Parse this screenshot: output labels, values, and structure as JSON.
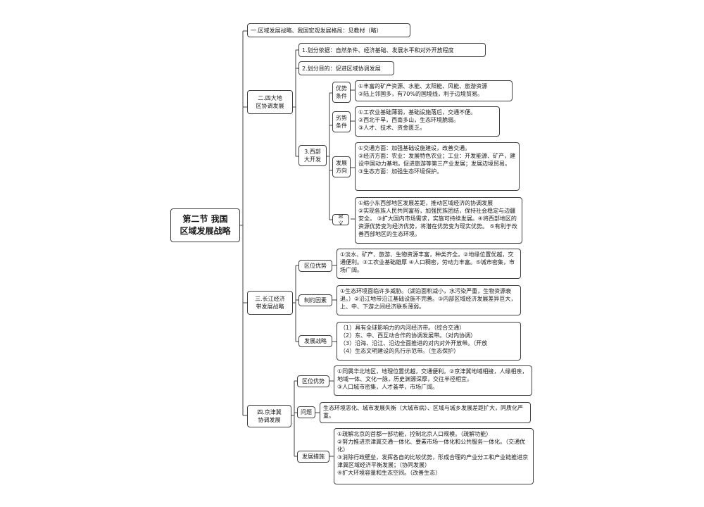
{
  "root": "第二节 我国\n区域发展战略",
  "s1": "一.区域发展战略、我国宏观发展格局：见教材（略）",
  "s2": {
    "title": "二.四大地\n区协调发展",
    "b1": "1.划分依据：自然条件、经济基础、发展水平和对外开放程度",
    "b2": "2.划分目的：促进区域协调发展",
    "b3": "3.西部\n大开发",
    "adv_label": "优势\n条件",
    "adv": "①丰富的矿产资源、水能、太阳能、风能、旅游资源\n②陆上邻国多，有70%的国境线，利于边境贸易。",
    "dis_label": "劣势\n条件",
    "dis": "①工农业基础薄弱，基础设施落后，交通不便。\n②西北干旱，西南多山，生态环境脆弱。\n③人才、技术、资金匮乏。",
    "dir_label": "发展\n方向",
    "dir": "①交通方面：加强基础设施建设，改善交通。\n②经济方面：农业：发展特色农业；工业：开发能源、矿产，建设中国动力基地。促进旅游等第三产业发展；发展边境贸易。\n③生态方面：加强生态环境保护。",
    "sig_label": "意义",
    "sig": "①缩小东西部地区发展差距，推动区域经济的协调发展\n②实现各族人民共同富裕，加强民族团结，保持社会稳定与边疆安全。 ③扩大国内市场需求，实施可持续发展。④将西部地区的资源优势变为经济优势，将潜在优势变为现实优势。 ⑤有利于改善西部地区的生态环境。"
  },
  "s3": {
    "title": "三.长江经济\n带发展战略",
    "loc_label": "区位优势",
    "loc": "①淡水、矿产、旅游、生物资源丰富，种类齐全。②地缘位置优越，交通便利。③工农业基础雄厚 ④人口稠密，劳动力丰富。⑤城市密集，市场广阔。",
    "con_label": "制约因素",
    "con": "①生态环境面临许多威胁。（湖泊面积减小，水污染严重，生物资源衰退。）②沿江地带沿江基础设施不完善。③内部区域经济发展差异巨大，上、中、下游之间经济联系薄弱。",
    "str_label": "发展战略",
    "str": "（1）具有全球影响力的内河经济带。（综合交通）\n（2）东、中、西互动合作的协调发展带。（对内协调）\n（3）沿海、沿江、沿边全面推进的对内对外开放带。（开放\n（4）生态文明建设的先行示范带。（生态保护）"
  },
  "s4": {
    "title": "四.京津冀\n协调发展",
    "loc_label": "区位优势",
    "loc": "①同属华北地区，地理位置优越，交通便利。②京津冀地域相接，人缘相亲，地域一体、文化一脉，历史渊源深厚，交往半径相宜。\n③人口城市密集，人才荟萃，市场广阔。",
    "prob_label": "问题",
    "prob": "生态环境恶化、城市发展失衡（大城市病）、区域与城乡发展差距扩大，同质化严重。",
    "meas_label": "发展措施",
    "meas": "①疏解北京的首都一部功能，控制北京人口规模。（疏解功能）\n②努力推进京津冀交通一体化、要素市场一体化和公共服务一体化。（交通优化）\n③消除行政壁垒，发挥各自的比较优势，形成合理的产业分工和产业链推进京津冀区域经济平衡发展；（协同发展）\n④扩大环境容量和生态空间。（改善生态）"
  }
}
